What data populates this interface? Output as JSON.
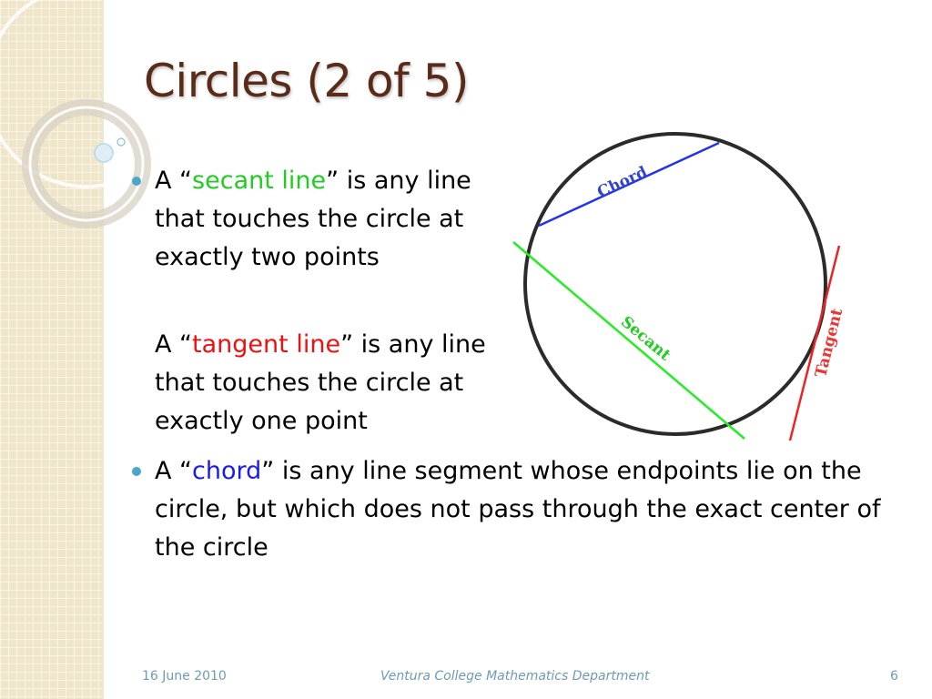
{
  "slide": {
    "title": "Circles (2 of 5)",
    "bullets": [
      {
        "prefix": "A “",
        "term": "secant line",
        "term_color": "#22cc22",
        "suffix": "” is any line that touches the circle at exactly two points"
      },
      {
        "prefix": "A “",
        "term": "tangent line",
        "term_color": "#ee1111",
        "suffix": "” is any line that touches the circle at exactly one point"
      },
      {
        "prefix": "A “",
        "term": "chord",
        "term_color": "#1a1aee",
        "suffix": "” is any line segment whose endpoints lie on the circle, but which does not pass through the exact center of the circle"
      }
    ],
    "diagram": {
      "labels": {
        "chord": "Chord",
        "secant": "Secant",
        "tangent": "Tangent"
      },
      "colors": {
        "circle": "#2b2b2b",
        "chord": "#2233ee",
        "secant": "#22ee22",
        "tangent": "#ee2222"
      }
    },
    "footer": {
      "date": "16 June 2010",
      "department": "Ventura College Mathematics Department",
      "page_number": "6"
    }
  }
}
